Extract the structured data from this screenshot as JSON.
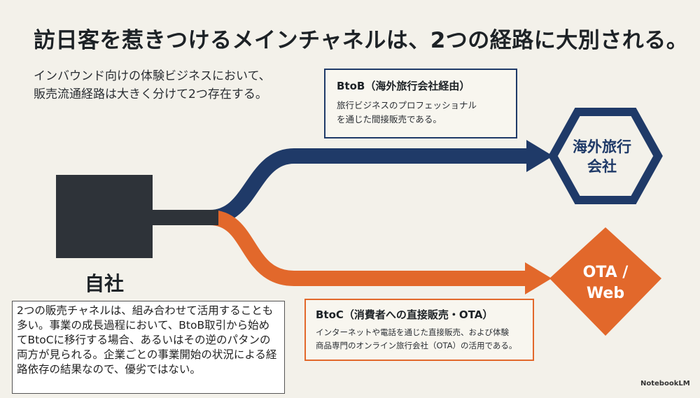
{
  "title": "訪日客を惹きつけるメインチャネルは、2つの経路に大別される。",
  "intro": {
    "line1": "インバウンド向けの体験ビジネスにおいて、",
    "line2": "販売流通経路は大きく分けて2つ存在する。"
  },
  "self": {
    "label": "自社"
  },
  "btob": {
    "title": "BtoB（海外旅行会社経由）",
    "body_line1": "旅行ビジネスのプロフェッショナル",
    "body_line2": "を通じた間接販売である。",
    "node_line1": "海外旅行",
    "node_line2": "会社",
    "color": "#1f3a68"
  },
  "btoc": {
    "title": "BtoC（消費者への直接販売・OTA）",
    "body_line1": "インターネットや電話を通じた直接販売、および体験",
    "body_line2": "商品専門のオンライン旅行会社（OTA）の活用である。",
    "node_line1": "OTA /",
    "node_line2": "Web",
    "color": "#e2682b"
  },
  "note": {
    "text": "2つの販売チャネルは、組み合わせて活用することも多い。事業の成長過程において、BtoB取引から始めてBtoCに移行する場合、あるいはその逆のパタンの両方が見られる。企業ごとの事業開始の状況による経路依存の結果なので、優劣ではない。"
  },
  "brand": {
    "label": "NotebookLM"
  }
}
